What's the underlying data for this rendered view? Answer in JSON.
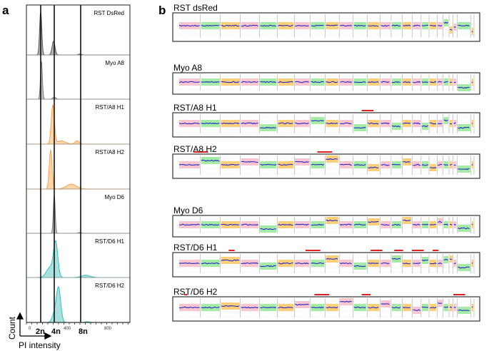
{
  "panel_a": {
    "label": "a",
    "samples": [
      {
        "name": "RST DsRed",
        "color": "#555555"
      },
      {
        "name": "Myo A8",
        "color": "#777777"
      },
      {
        "name": "RST/A8 H1",
        "color": "#f5a14a"
      },
      {
        "name": "RST/A8 H2",
        "color": "#f5a14a"
      },
      {
        "name": "Myo D6",
        "color": "#777777"
      },
      {
        "name": "RST/D6 H1",
        "color": "#3dbdb8"
      },
      {
        "name": "RST/D6 H2",
        "color": "#3dbdb8"
      }
    ],
    "x_ticks": [
      "0",
      "400",
      "800"
    ],
    "ploidy_labels": [
      "2n",
      "4n",
      "8n"
    ],
    "y_axis_label": "Count",
    "x_axis_label": "PI intensity"
  },
  "panel_b": {
    "label": "b",
    "samples": [
      "RST dsRed",
      "Myo A8",
      "RST/A8 H1",
      "RST/A8 H2",
      "Myo D6",
      "RST/D6 H1",
      "RST/D6 H2"
    ],
    "segment_colors": [
      "#f7b6c2",
      "#8ee68e",
      "#fbc35a"
    ],
    "trace_color": "#1a1acc",
    "annotation_color": "#e02020"
  }
}
